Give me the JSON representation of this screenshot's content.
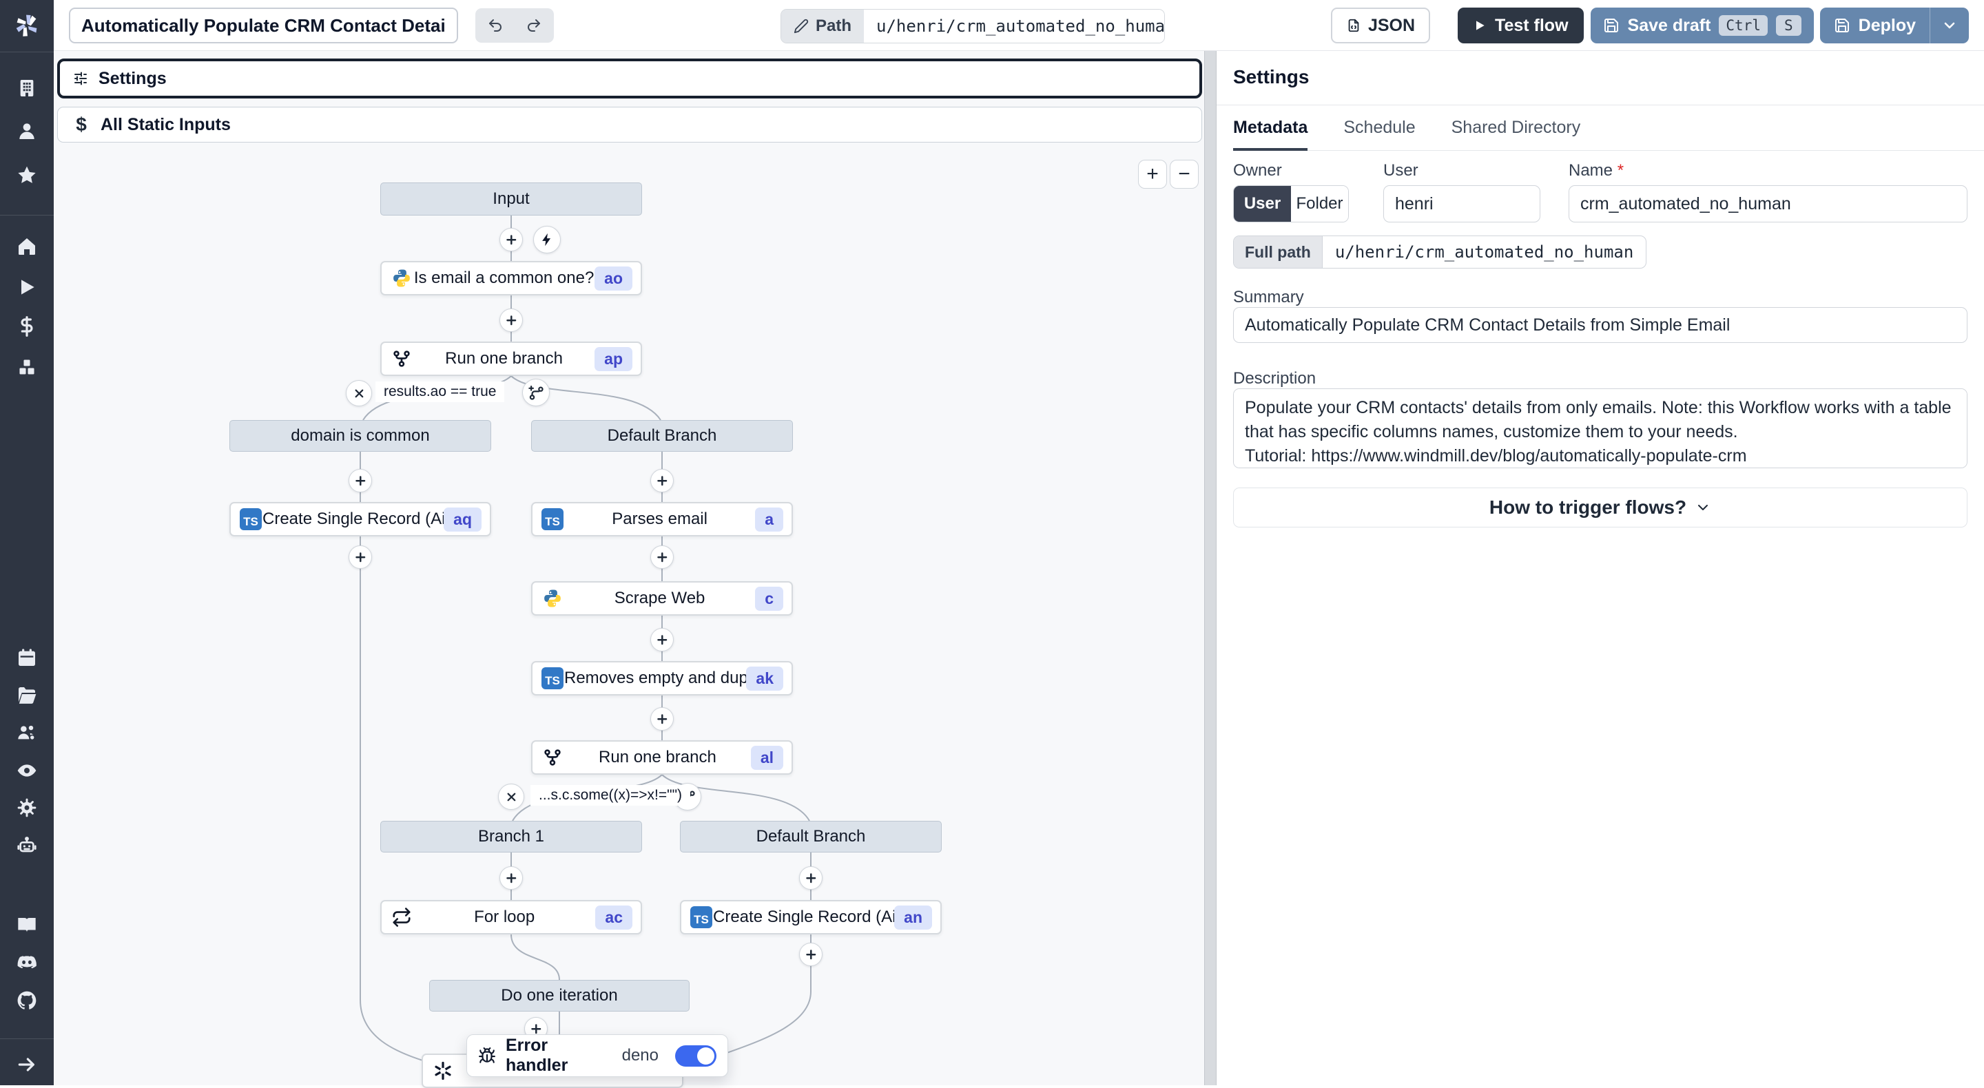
{
  "topbar": {
    "title_value": "Automatically Populate CRM Contact Details from",
    "path_label": "Path",
    "path_value": "u/henri/crm_automated_no_human",
    "json_button": "JSON",
    "test_flow_button": "Test flow",
    "save_draft_button": "Save draft",
    "kbd": [
      "Ctrl",
      "S"
    ],
    "deploy_button": "Deploy"
  },
  "sidebar": {
    "items": [
      "windmill-logo",
      "workspace-icon",
      "user-icon",
      "favorites-icon",
      "home-icon",
      "runs-icon",
      "variables-icon",
      "resources-icon",
      "schedules-icon",
      "folders-icon",
      "groups-icon",
      "audit-icon",
      "settings-icon",
      "workers-icon",
      "docs-icon",
      "discord-icon",
      "github-icon",
      "expand-icon"
    ]
  },
  "flow": {
    "settings_box": "Settings",
    "static_inputs_box": "All Static Inputs",
    "zoom_in": "+",
    "zoom_out": "−",
    "nodes": [
      {
        "id": "input",
        "type": "header",
        "label": "Input"
      },
      {
        "id": "ao",
        "type": "step",
        "icon": "python",
        "label": "Is email a common one?",
        "badge": "ao"
      },
      {
        "id": "ap",
        "type": "step",
        "icon": "branch",
        "label": "Run one branch",
        "badge": "ap"
      },
      {
        "id": "hdr_domain",
        "type": "header",
        "label": "domain is common"
      },
      {
        "id": "hdr_def1",
        "type": "header",
        "label": "Default Branch"
      },
      {
        "id": "aq",
        "type": "step",
        "icon": "ts",
        "label": "Create Single Record (Airtable)",
        "badge": "aq"
      },
      {
        "id": "a",
        "type": "step",
        "icon": "ts",
        "label": "Parses email",
        "badge": "a"
      },
      {
        "id": "c",
        "type": "step",
        "icon": "python",
        "label": "Scrape Web",
        "badge": "c"
      },
      {
        "id": "ak",
        "type": "step",
        "icon": "ts",
        "label": "Removes empty and duplicates",
        "badge": "ak"
      },
      {
        "id": "al",
        "type": "step",
        "icon": "branch",
        "label": "Run one branch",
        "badge": "al"
      },
      {
        "id": "hdr_b1",
        "type": "header",
        "label": "Branch 1"
      },
      {
        "id": "hdr_def2",
        "type": "header",
        "label": "Default Branch"
      },
      {
        "id": "ac",
        "type": "step",
        "icon": "forloop",
        "label": "For loop",
        "badge": "ac"
      },
      {
        "id": "an",
        "type": "step",
        "icon": "ts",
        "label": "Create Single Record (Airtable)",
        "badge": "an"
      },
      {
        "id": "hdr_iter",
        "type": "header",
        "label": "Do one iteration"
      },
      {
        "id": "openai",
        "type": "step",
        "icon": "openai",
        "label": "",
        "badge": ""
      }
    ],
    "conditions": [
      "results.ao == true",
      "...s.c.some((x)=>x!=\"\")"
    ],
    "error_handler": {
      "label": "Error handler",
      "language": "deno",
      "enabled": true
    }
  },
  "panel": {
    "heading": "Settings",
    "tabs": [
      "Metadata",
      "Schedule",
      "Shared Directory"
    ],
    "active_tab": "Metadata",
    "owner_label": "Owner",
    "owner_options": [
      "User",
      "Folder"
    ],
    "owner_selected": "User",
    "user_label": "User",
    "user_value": "henri",
    "name_label": "Name",
    "name_required": "*",
    "name_value": "crm_automated_no_human",
    "full_path_label": "Full path",
    "full_path_value": "u/henri/crm_automated_no_human",
    "summary_label": "Summary",
    "summary_value": "Automatically Populate CRM Contact Details from Simple Email",
    "description_label": "Description",
    "description_value": "Populate your CRM contacts' details from only emails. Note: this Workflow works with a table that has specific columns names, customize them to your needs.\nTutorial: https://www.windmill.dev/blog/automatically-populate-crm",
    "trigger_button": "How to trigger flows?"
  },
  "colors": {
    "sidebar_bg": "#2e3542",
    "accent_blue": "#6687ad",
    "dark_button": "#2d3643",
    "toggle_on": "#3b68ef",
    "badge_bg": "#dce4fb",
    "badge_text": "#4147c9",
    "node_header_bg": "#dbe2ea",
    "canvas_bg": "#f7f8fa",
    "ts_blue": "#3178c6"
  }
}
